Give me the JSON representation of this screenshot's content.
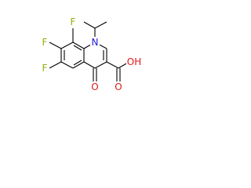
{
  "structure": {
    "atoms": {
      "f8": "F",
      "f7": "F",
      "f6": "F",
      "n1": "N",
      "o4": "O",
      "oh": "OH"
    }
  },
  "colors": {
    "fluorine": "#90b000",
    "nitrogen": "#2020e0",
    "oxygen": "#e01818",
    "bond": "#000000"
  }
}
